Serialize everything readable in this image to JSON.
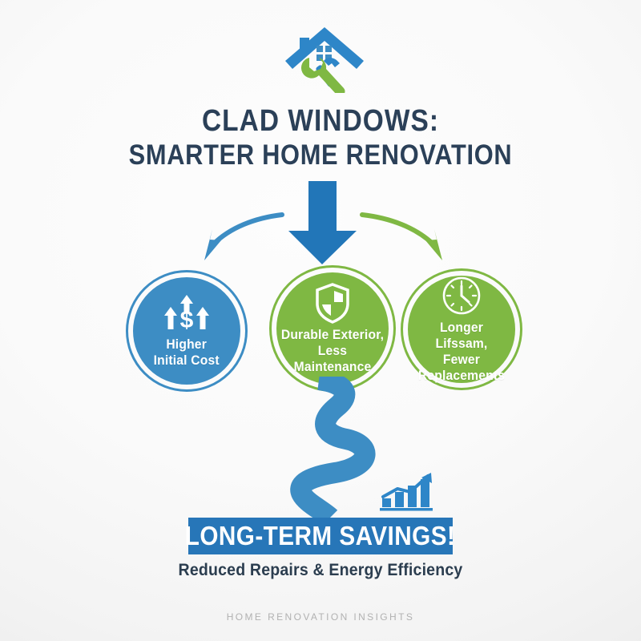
{
  "theme": {
    "blue": "#3d8dc4",
    "blue_dark": "#2776b8",
    "green": "#7fb843",
    "navy": "#2b4058",
    "white": "#ffffff",
    "background": "#f7f7f7",
    "footer_gray": "#b1b1b1"
  },
  "logo": {
    "name": "house-with-tools-logo",
    "roof_color": "#2e86c8",
    "window_color": "#3d8dc4",
    "wrench_color": "#7fb843",
    "hammer_color": "#2e86c8"
  },
  "title": {
    "line1": "CLAD WINDOWS:",
    "line2": "SMARTER HOME RENOVATION"
  },
  "flow": {
    "main_arrow": "down-arrow",
    "left_connector_color": "#3d8dc4",
    "right_connector_color": "#7fb843"
  },
  "circles": [
    {
      "id": "higher-initial-cost",
      "icon": "dollar-with-up-arrows-icon",
      "label": "Higher\nInitial Cost",
      "color": "#3d8dc4",
      "variant": "blue"
    },
    {
      "id": "durable-exterior",
      "icon": "shield-icon",
      "label": "Durable Exterior,\nLess Maintenance",
      "color": "#7fb843",
      "variant": "green"
    },
    {
      "id": "longer-lifespan",
      "icon": "clock-icon",
      "label": "Longer Lifssam,\nFewer Replacements",
      "color": "#7fb843",
      "variant": "green"
    }
  ],
  "road": {
    "name": "winding-road-path",
    "color": "#3d8dc4"
  },
  "chart_icon": {
    "name": "growth-bar-chart-icon",
    "color": "#2776b8",
    "bars": [
      4,
      8,
      13,
      18
    ]
  },
  "banner": {
    "headline": "LONG-TERM SAVINGS!",
    "subtitle": "Reduced Repairs & Energy Efficiency",
    "background": "#2776b8"
  },
  "footer": {
    "brand": "HOME RENOVATION INSIGHTS"
  }
}
